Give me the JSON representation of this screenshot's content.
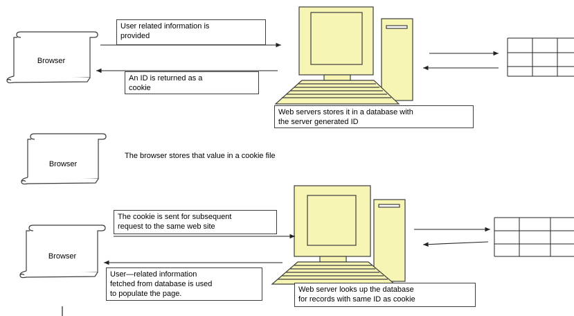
{
  "colors": {
    "computer_fill": "#f6f5b4",
    "stroke": "#3c3c3c",
    "table_stroke": "#222222"
  },
  "scenario1": {
    "browser_label": "Browser",
    "request_box": [
      "User related information is",
      "provided"
    ],
    "response_box": [
      "An ID is returned as a",
      "cookie"
    ],
    "server_box": [
      "Web servers stores it in a database with",
      "the server generated ID"
    ]
  },
  "scenario2": {
    "browser_label": "Browser",
    "caption": "The browser stores that value in a cookie file"
  },
  "scenario3": {
    "browser_label": "Browser",
    "request_box": [
      "The cookie is sent for subsequent",
      "request to the same web site"
    ],
    "response_box": [
      "User—related information",
      "fetched from database is used",
      "to populate the page."
    ],
    "server_box": [
      "Web server looks up the database",
      "for records with same ID as cookie"
    ]
  }
}
